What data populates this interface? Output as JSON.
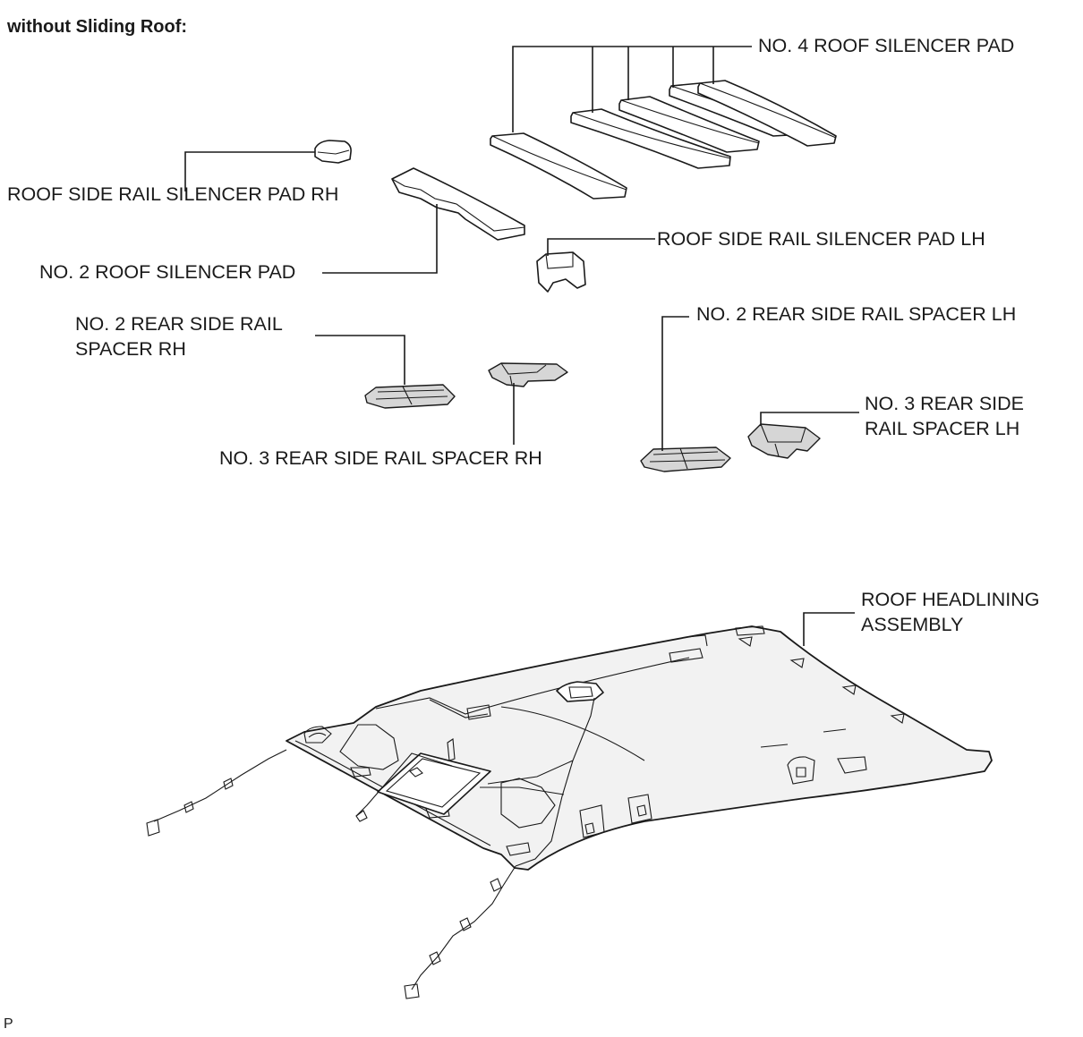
{
  "title": "without Sliding Roof:",
  "labels": {
    "no4_roof_silencer_pad": "NO. 4 ROOF SILENCER PAD",
    "roof_side_rail_silencer_pad_rh": "ROOF SIDE RAIL SILENCER PAD RH",
    "no2_roof_silencer_pad": "NO. 2 ROOF SILENCER PAD",
    "roof_side_rail_silencer_pad_lh": "ROOF SIDE RAIL SILENCER PAD LH",
    "no2_rear_side_rail_spacer_lh": "NO. 2 REAR SIDE RAIL SPACER LH",
    "no2_rear_side_rail_spacer_rh": [
      "NO. 2 REAR SIDE RAIL",
      "SPACER RH"
    ],
    "no3_rear_side_rail_spacer_lh": [
      "NO. 3 REAR SIDE",
      "RAIL SPACER LH"
    ],
    "no3_rear_side_rail_spacer_rh": "NO. 3 REAR SIDE RAIL SPACER RH",
    "roof_headlining_assembly": [
      "ROOF HEADLINING",
      "ASSEMBLY"
    ]
  },
  "figure_code": "P"
}
